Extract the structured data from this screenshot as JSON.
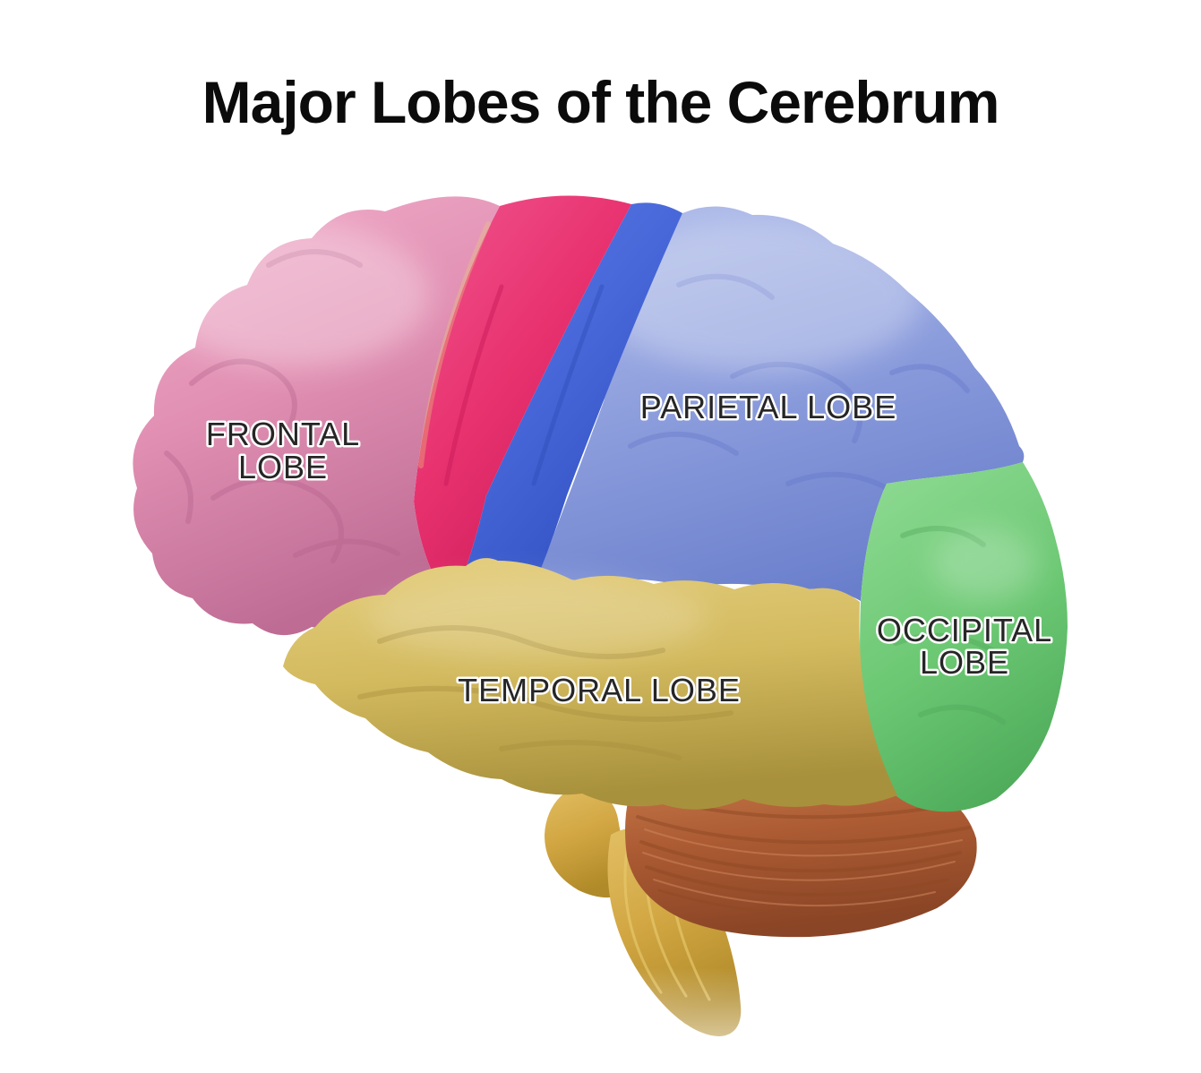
{
  "title": "Major Lobes of the Cerebrum",
  "background": "#FFFFFF",
  "title_color": "#0B0B0B",
  "label_text_color": "#262626",
  "label_halo_color": "#FFFFFF",
  "regions": {
    "frontal_lobe": {
      "label_line1": "FRONTAL",
      "label_line2": "LOBE",
      "color_light": "#F2AECB",
      "color": "#E190B3",
      "color_dark": "#BE6C94"
    },
    "precentral_gyrus": {
      "color_light": "#F0558E",
      "color": "#E8326F",
      "color_dark": "#C91A57"
    },
    "postcentral_gyrus": {
      "color_light": "#5E7BE4",
      "color": "#4767D9",
      "color_dark": "#2F4FC0"
    },
    "parietal_lobe": {
      "label": "PARIETAL LOBE",
      "color_light": "#AEBBE9",
      "color": "#8B9CDC",
      "color_dark": "#6A7FCC"
    },
    "occipital_lobe": {
      "label_line1": "OCCIPITAL",
      "label_line2": "LOBE",
      "color_light": "#8AD88F",
      "color": "#6CC873",
      "color_dark": "#4CA958"
    },
    "temporal_lobe": {
      "label": "TEMPORAL LOBE",
      "color_light": "#E5CF80",
      "color": "#D3BA5F",
      "color_dark": "#A8913C"
    },
    "cerebellum": {
      "color_light": "#C67B4C",
      "color": "#AD5C33",
      "color_dark": "#8A4526"
    },
    "brainstem": {
      "color_light": "#E2BF64",
      "color": "#D2A743",
      "color_dark": "#B08A28"
    }
  }
}
